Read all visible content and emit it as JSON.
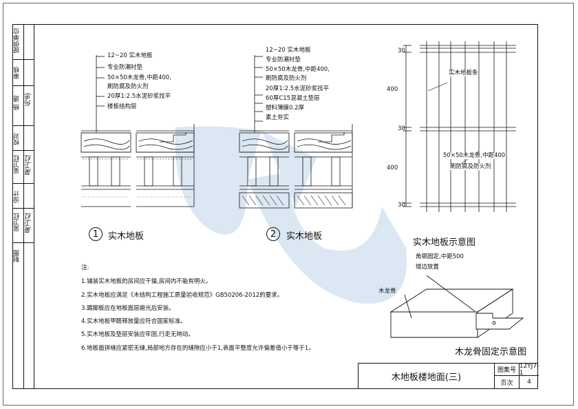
{
  "sheet_title": "木地板楼地面(三)",
  "atlas_no_label": "图集号",
  "atlas_no": "12YJ7-1",
  "page_label": "页次",
  "page_no": "4",
  "side_fields": [
    {
      "label": "提供单位",
      "value": ""
    },
    {
      "label": "审核",
      "value": ""
    },
    {
      "label": "杨 遗",
      "value": "何忠"
    },
    {
      "label": "校对",
      "value": ""
    },
    {
      "label": "吴卫红",
      "value": "吴卫红"
    },
    {
      "label": "设计",
      "value": ""
    },
    {
      "label": "吴卫红",
      "value": "吴卫红"
    },
    {
      "label": "制图",
      "value": ""
    }
  ],
  "detail1": {
    "number": "1",
    "title": "实木地板",
    "layers": [
      "12~20 实木地板",
      "专业防潮衬垫",
      "50×50木龙骨,中距400,",
      "刷防腐及防火剂",
      "20厚1:2.5水泥砂浆找平",
      "楼板结构层"
    ]
  },
  "detail2": {
    "number": "2",
    "title": "实木地板",
    "layers": [
      "12~20 实木地板",
      "专业防潮衬垫",
      "50×50木龙骨,中距400,",
      "刷防腐及防火剂",
      "20厚1:2.5水泥砂浆找平",
      "60厚C15混凝土垫层",
      "塑料薄膜0.2厚",
      "素土夯实"
    ]
  },
  "plan": {
    "title": "实木地板示意图",
    "board_label": "实木地板条",
    "joist_label_1": "50×50木龙骨,中距400",
    "joist_label_2": "刷防腐及防火剂",
    "dims": [
      "30",
      "400",
      "30",
      "400",
      "30"
    ]
  },
  "fixing": {
    "title": "木龙骨固定示意图",
    "angle_label_1": "角钢固定,中距500",
    "angle_label_2": "错边放置",
    "joist_label": "木龙骨"
  },
  "notes": {
    "heading": "注:",
    "items": [
      "1.铺装实木地板的房间应干操,房间内不能有明火。",
      "2.实木地板应满足《木结构工程施工质量验收规范》GB50206-2012的要求。",
      "3.踢脚板应在地板面层磨光后安装。",
      "4.实木地板甲醛释放量应符合国家标准。",
      "5.实木地板及垫层安装应牢固,行走无响动。",
      "6.地板面拼缝应紧密无缝,局部地方存在的缝隙应小于1,表面平整度允许偏差值小于等于1。"
    ]
  }
}
